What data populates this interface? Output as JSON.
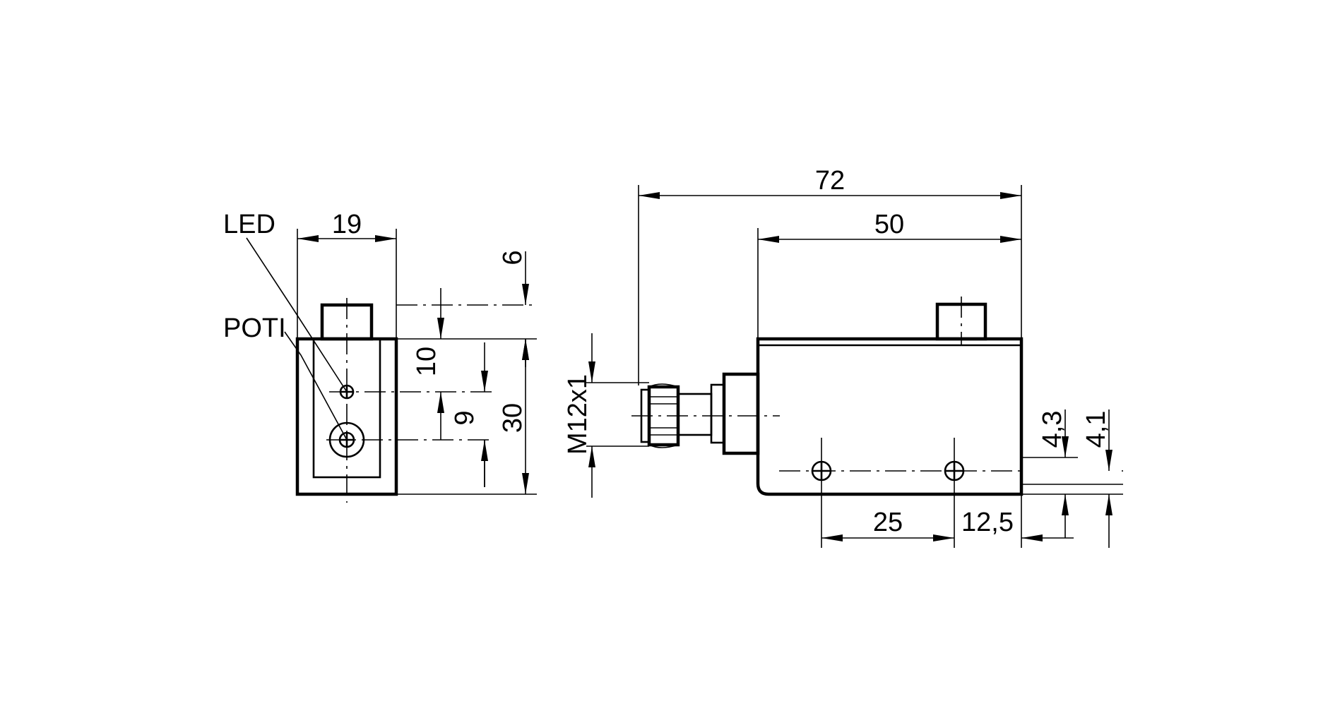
{
  "labels": {
    "led": "LED",
    "poti": "POTI"
  },
  "dimensions": {
    "front_width": "19",
    "top_offset": "6",
    "led_height": "10",
    "poti_height": "9",
    "total_height": "30",
    "overall_length": "72",
    "housing_length": "50",
    "thread": "M12x1",
    "hole_spacing": "25",
    "hole_edge": "12,5",
    "hole_offset_a": "4,3",
    "hole_offset_b": "4,1"
  }
}
